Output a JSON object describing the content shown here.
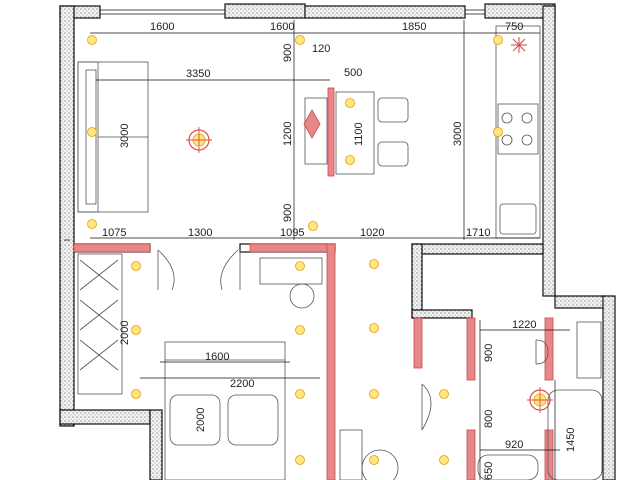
{
  "dimensions": {
    "top_1600_a": "1600",
    "top_1600_b": "1600",
    "top_1850": "1850",
    "top_750": "750",
    "v_900_top": "900",
    "d_120": "120",
    "d_3350": "3350",
    "d_500": "500",
    "v_3000_left": "3000",
    "v_1200": "1200",
    "v_1100": "1100",
    "v_3000_right": "3000",
    "v_900_mid": "900",
    "d_1075": "1075",
    "d_1300": "1300",
    "d_1095": "1095",
    "d_1020": "1020",
    "d_1710": "1710",
    "v_2000_wardrobe": "2000",
    "d_1220": "1220",
    "d_1600_bed": "1600",
    "v_900_bath": "900",
    "d_2200": "2200",
    "v_2000_bed": "2000",
    "v_800": "800",
    "d_920": "920",
    "v_1450": "1450",
    "v_650": "650"
  },
  "colors": {
    "accent_red": "#e8878a",
    "light_yellow": "#ffe680",
    "light_red": "#e34b4b"
  }
}
